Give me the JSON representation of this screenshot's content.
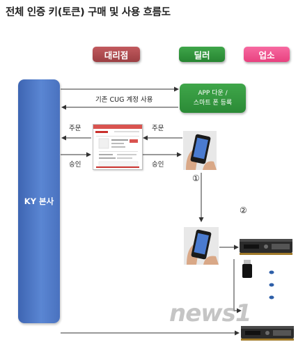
{
  "title": "전체 인증 키(토큰) 구매 및 사용 흐름도",
  "tags": {
    "agency": "대리점",
    "dealer": "딜러",
    "shop": "업소"
  },
  "colors": {
    "agency": "#b04a4e",
    "dealer": "#2f9a3e",
    "shop": "#f04f8f",
    "hq": "#4a74c2",
    "app": "#2f9a3e"
  },
  "hq_label": "KY 본사",
  "app_box": {
    "line1": "APP 다운 /",
    "line2": "스마트 폰 등록"
  },
  "flow_labels": {
    "cug": "기존 CUG 계정 사용",
    "order_left": "주문",
    "order_right": "주문",
    "approve_left": "승인",
    "approve_right": "승인"
  },
  "steps": {
    "one": "①",
    "two": "②"
  },
  "watermark": "news1"
}
